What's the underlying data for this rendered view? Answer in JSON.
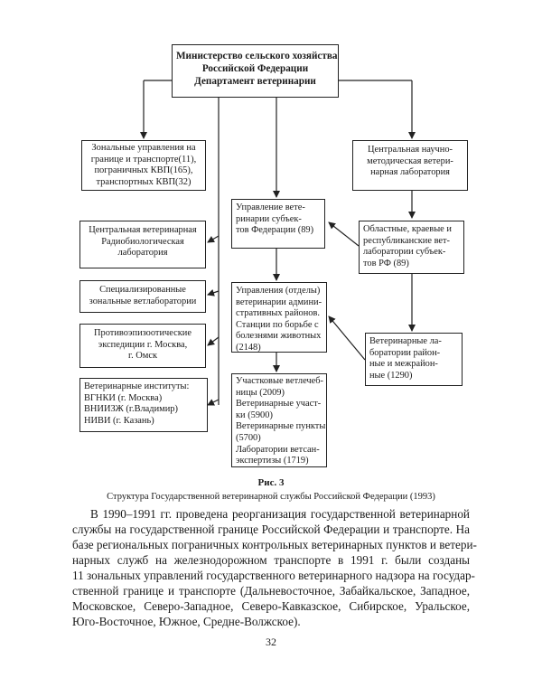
{
  "diagram": {
    "ministry": {
      "lines": [
        "Министерство сельского хозяйства",
        "Российской Федерации",
        "Департамент ветеринарии"
      ]
    },
    "zonal": {
      "lines": [
        "Зональные управления на",
        "границе и транспорте(11),",
        "пограничных КВП(165),",
        "транспортных КВП(32)"
      ]
    },
    "central_lab": {
      "lines": [
        "Центральная научно-",
        "методическая ветери-",
        "нарная лаборатория"
      ]
    },
    "subjects": {
      "lines": [
        "Управление вете-",
        "ринарии субъек-",
        "тов Федерации (89)"
      ]
    },
    "radiobio": {
      "lines": [
        "Центральная ветеринарная",
        "Радиобиологическая",
        "лаборатория"
      ]
    },
    "regional_labs": {
      "lines": [
        "Областные, краевые и",
        "республиканские вет-",
        "лаборатории субъек-",
        "тов РФ (89)"
      ]
    },
    "specialized": {
      "lines": [
        "Специализированные",
        "зональные ветлаборатории"
      ]
    },
    "districts": {
      "lines": [
        "Управления (отделы)",
        "ветеринарии админи-",
        "стративных районов.",
        "Станции по борьбе с",
        "болезнями животных",
        "(2148)"
      ]
    },
    "antiepizootic": {
      "lines": [
        "Противоэпизоотические",
        "экспедиции г. Москва,",
        "г. Омск"
      ]
    },
    "district_labs": {
      "lines": [
        "Ветеринарные ла-",
        "боратории район-",
        "ные и межрайон-",
        "ные (1290)"
      ]
    },
    "institutes": {
      "lines": [
        "Ветеринарные институты:",
        "ВГНКИ (г. Москва)",
        "ВНИИЗЖ (г.Владимир)",
        "НИВИ (г. Казань)"
      ]
    },
    "local": {
      "lines": [
        "Участковые ветлечеб-",
        "ницы (2009)",
        "Ветеринарные участ-",
        "ки (5900)",
        "Ветеринарные пункты",
        "(5700)",
        "Лаборатории ветсан-",
        "экспертизы (1719)"
      ]
    }
  },
  "caption": {
    "number": "Рис. 3",
    "title": "Структура Государственной ветеринарной службы Российской Федерации (1993)"
  },
  "paragraph": {
    "lines": [
      "В 1990–1991 гг. проведена реорганизация государственной ветеринарной",
      "службы на государственной границе Российской Федерации и транспорте. На",
      "базе региональных пограничных контрольных ветеринарных пунктов и ветери-",
      "нарных служб на железнодорожном транспорте в 1991 г. были созданы",
      "11 зональных управлений государственного ветеринарного надзора на государ-",
      "ственной границе и транспорте (Дальневосточное, Забайкальское, Западное,",
      "Московское, Северо-Западное, Северо-Кавказское, Сибирское, Уральское,",
      "Юго-Восточное, Южное, Средне-Волжское)."
    ]
  },
  "page_number": "32"
}
